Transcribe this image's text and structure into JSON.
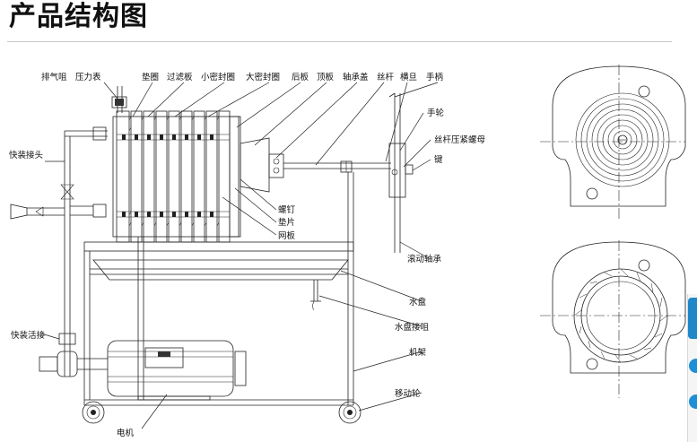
{
  "page": {
    "title": "产品结构图"
  },
  "labels": {
    "exhaust_nozzle": "排气咀",
    "pressure_gauge": "压力表",
    "gasket_ring": "垫圈",
    "filter_plate": "过滤板",
    "small_seal_ring": "小密封圈",
    "large_seal_ring": "大密封圈",
    "rear_plate": "后板",
    "top_plate": "顶板",
    "bearing_cover": "轴承盖",
    "screw_rod": "丝杆",
    "cross_tool": "横旦",
    "handle": "手柄",
    "hand_wheel": "手轮",
    "screw_lock_nut": "丝杆压紧螺母",
    "key": "键",
    "quick_connector": "快装接头",
    "screw": "螺钉",
    "spacer": "垫片",
    "mesh_plate": "网板",
    "rolling_bearing": "滚动轴承",
    "water_tray": "水盘",
    "tray_nozzle": "水盘接咀",
    "quick_union": "快装活接",
    "frame": "机架",
    "caster": "移动轮",
    "motor": "电机"
  },
  "side_widget": {
    "accent_color": "#1e88c8"
  }
}
